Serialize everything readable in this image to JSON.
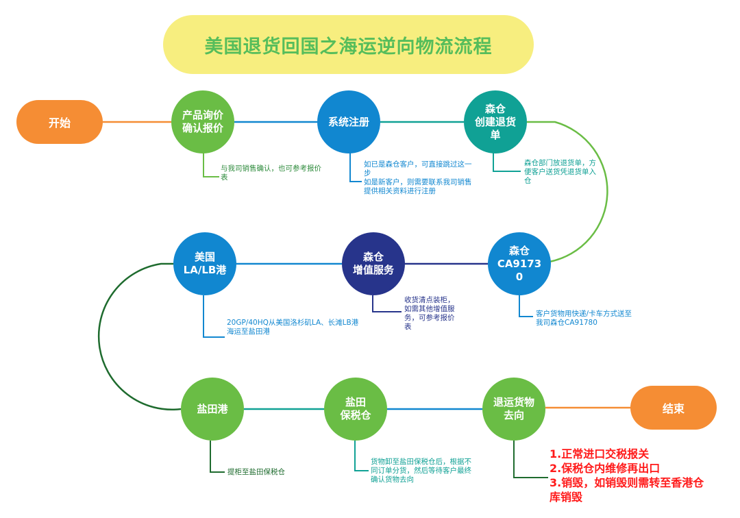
{
  "title": "美国退货回国之海运逆向物流流程",
  "terminals": {
    "start": "开始",
    "end": "结束"
  },
  "nodes": {
    "inquiry": "产品询价\n确认报价",
    "register": "系统注册",
    "create_return": "森仓\n创建退货\n单",
    "warehouse_ca": "森仓\nCA9173\n0",
    "value_added": "森仓\n增值服务",
    "us_port": "美国\nLA/LB港",
    "yantian_port": "盐田港",
    "bonded_wh": "盐田\n保税仓",
    "destination": "退运货物\n去向"
  },
  "notes": {
    "inquiry": "与我司销售确认，也可参考报价\n表",
    "register": "如已是森仓客户，可直接跳过这一\n步\n如是新客户，则需要联系我司销售\n提供相关资料进行注册",
    "create_return": "森仓部门放退货单，方\n便客户送货凭退货单入\n仓",
    "warehouse_ca": "客户货物用快递/卡车方式送至\n我司森仓CA91780",
    "value_added": "收货清点装柜，\n如需其他增值服\n务，可参考报价\n表",
    "us_port": "20GP/40HQ从美国洛杉矶LA、长滩LB港\n海运至盐田港",
    "yantian_port": "提柜至盐田保税仓",
    "bonded_wh": "货物卸至盐田保税仓后，根据不\n同订单分货，然后等待客户最终\n确认货物去向"
  },
  "outcomes": [
    "1.正常进口交税报关",
    "2.保税仓内维修再出口",
    "3.销毁，如销毁则需转至香港仓",
    "库销毁"
  ],
  "colors": {
    "title_bg": "#f7ee7f",
    "title_text": "#56bd5b",
    "terminal": "#f58d34",
    "green": "#6abd45",
    "blue": "#1187d0",
    "teal": "#10a195",
    "navy": "#27348b",
    "red": "#ff1a1a"
  }
}
